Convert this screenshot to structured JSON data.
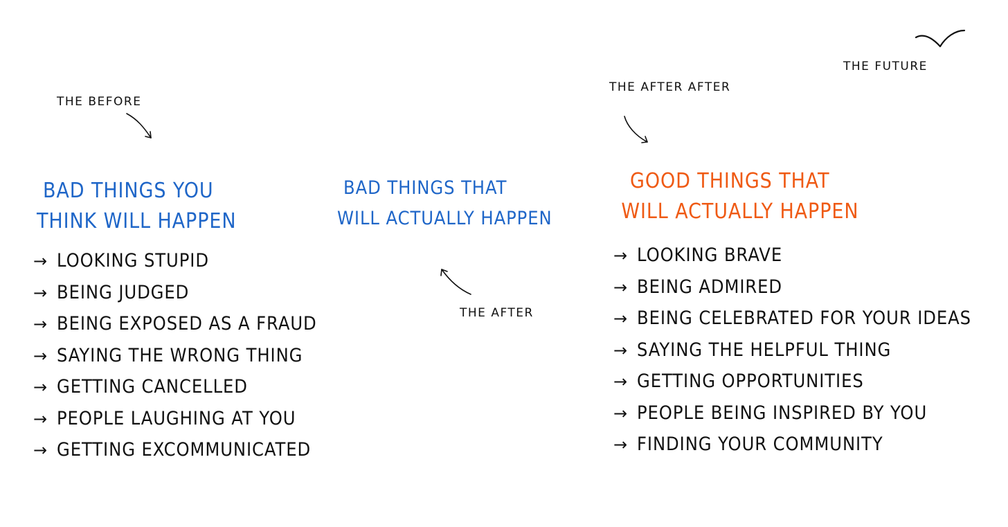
{
  "colors": {
    "blue": "#1f66c8",
    "orange": "#ef5a14",
    "ink": "#111111",
    "background": "#ffffff"
  },
  "notes": {
    "before": "The Before",
    "after": "The After",
    "after_after": "The After After",
    "future": "The Future"
  },
  "columns": {
    "left": {
      "heading_lines": [
        "Bad things you",
        "think will happen"
      ],
      "items": [
        "Looking stupid",
        "Being judged",
        "Being exposed as a fraud",
        "Saying the wrong thing",
        "Getting cancelled",
        "People laughing at you",
        "Getting excommunicated"
      ]
    },
    "middle": {
      "heading_lines": [
        "Bad things that",
        "will actually happen"
      ],
      "items": []
    },
    "right": {
      "heading_lines": [
        "Good things that",
        "will actually happen"
      ],
      "items": [
        "Looking brave",
        "Being admired",
        "Being celebrated for your ideas",
        "Saying the helpful thing",
        "Getting opportunities",
        "People being inspired by you",
        "Finding your community"
      ]
    }
  },
  "icons": {
    "list_bullet": "arrow-right-icon",
    "annotation_arrow": "curved-arrow-icon",
    "bird": "bird-icon"
  }
}
